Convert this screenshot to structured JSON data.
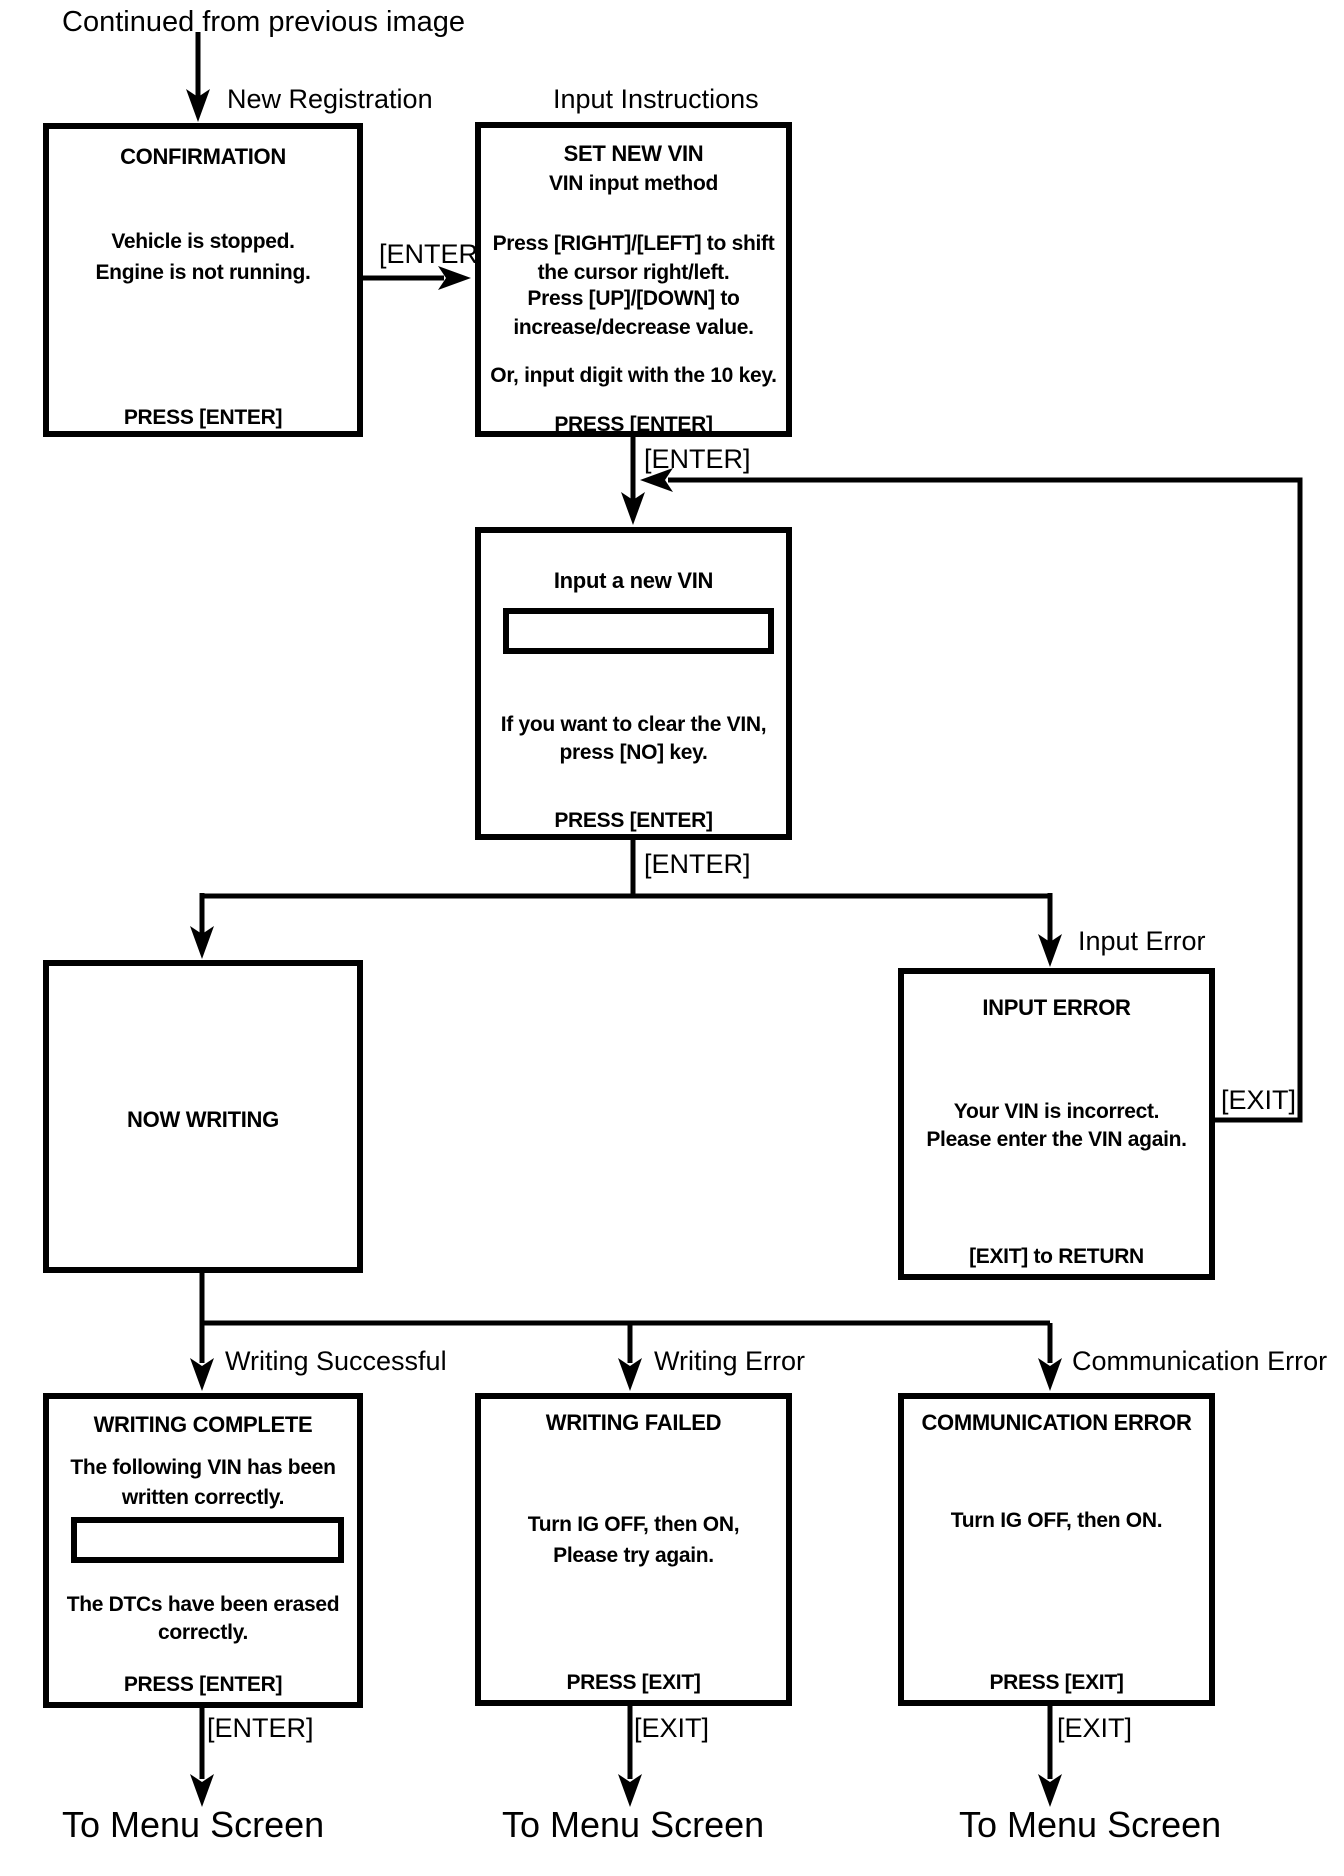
{
  "labels": {
    "continued_from": "Continued from previous image",
    "new_registration": "New Registration",
    "input_instructions": "Input Instructions",
    "enter_confirm_to_instructions": "[ENTER]",
    "enter_instructions_to_input": "[ENTER]",
    "enter_input_to_branch": "[ENTER]",
    "input_error_branch": "Input Error",
    "exit_return_loop": "[EXIT]",
    "writing_successful_branch": "Writing Successful",
    "writing_error_branch": "Writing Error",
    "communication_error_branch": "Communication Error",
    "enter_below_complete": "[ENTER]",
    "exit_below_failed": "[EXIT]",
    "exit_below_comm_error": "[EXIT]",
    "to_menu_screen_1": "To Menu Screen",
    "to_menu_screen_2": "To Menu Screen",
    "to_menu_screen_3": "To Menu Screen"
  },
  "screens": {
    "confirmation": {
      "title": "CONFIRMATION",
      "line1": "Vehicle is stopped.",
      "line2": "Engine is not running.",
      "action": "PRESS [ENTER]"
    },
    "set_new_vin": {
      "title": "SET NEW VIN",
      "subtitle": "VIN input method",
      "line1": "Press [RIGHT]/[LEFT] to shift",
      "line2": "the cursor right/left.",
      "line3": "Press [UP]/[DOWN] to",
      "line4": "increase/decrease value.",
      "line5": "Or, input digit with the 10 key.",
      "action": "PRESS [ENTER]"
    },
    "input_new_vin": {
      "title": "Input a new VIN",
      "field_value": "",
      "line1": "If you want to clear the VIN,",
      "line2": "press [NO] key.",
      "action": "PRESS [ENTER]"
    },
    "now_writing": {
      "title": "NOW WRITING"
    },
    "input_error": {
      "title": "INPUT ERROR",
      "line1": "Your VIN is incorrect.",
      "line2": "Please enter the VIN again.",
      "action": "[EXIT] to RETURN"
    },
    "writing_complete": {
      "title": "WRITING COMPLETE",
      "line1": "The following VIN has been",
      "line2": "written correctly.",
      "field_value": "",
      "line3": "The DTCs have been erased",
      "line4": "correctly.",
      "action": "PRESS [ENTER]"
    },
    "writing_failed": {
      "title": "WRITING FAILED",
      "line1": "Turn IG OFF, then ON,",
      "line2": "Please try again.",
      "action": "PRESS [EXIT]"
    },
    "communication_error": {
      "title": "COMMUNICATION ERROR",
      "line1": "Turn IG OFF, then ON.",
      "action": "PRESS [EXIT]"
    }
  },
  "colors": {
    "ink": "#000000",
    "background": "#ffffff"
  }
}
